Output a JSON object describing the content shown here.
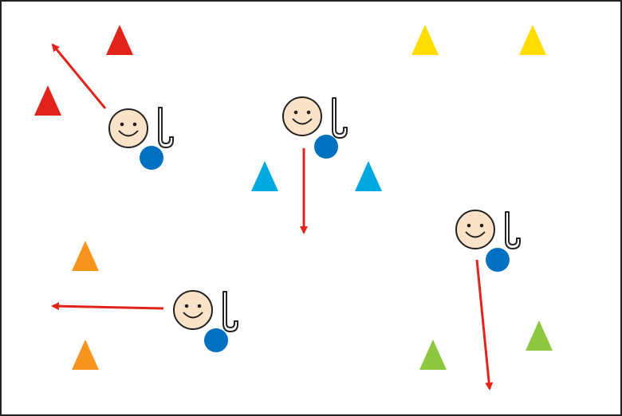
{
  "colors": {
    "background": "#ffffff",
    "border": "#222222",
    "red": "#e2231a",
    "yellow": "#ffdd00",
    "blue": "#00a8e0",
    "orange": "#f7941d",
    "green": "#8dc63f",
    "ball": "#0070c0",
    "face": "#fbe3c9",
    "arrow": "#e2231a"
  },
  "diagram": {
    "cone_groups": [
      {
        "name": "red",
        "color_key": "red",
        "count": 2
      },
      {
        "name": "yellow",
        "color_key": "yellow",
        "count": 2
      },
      {
        "name": "blue",
        "color_key": "blue",
        "count": 2
      },
      {
        "name": "orange",
        "color_key": "orange",
        "count": 2
      },
      {
        "name": "green",
        "color_key": "green",
        "count": 2
      }
    ],
    "players": [
      {
        "name": "player-top-left",
        "icons": [
          "smiley-face-icon",
          "hockey-stick-icon",
          "ball-icon"
        ],
        "movement": "diagonal-up-left"
      },
      {
        "name": "player-top-center",
        "icons": [
          "smiley-face-icon",
          "hockey-stick-icon",
          "ball-icon"
        ],
        "movement": "down"
      },
      {
        "name": "player-bottom-left",
        "icons": [
          "smiley-face-icon",
          "hockey-stick-icon",
          "ball-icon"
        ],
        "movement": "left"
      },
      {
        "name": "player-right",
        "icons": [
          "smiley-face-icon",
          "hockey-stick-icon",
          "ball-icon"
        ],
        "movement": "down"
      }
    ]
  }
}
